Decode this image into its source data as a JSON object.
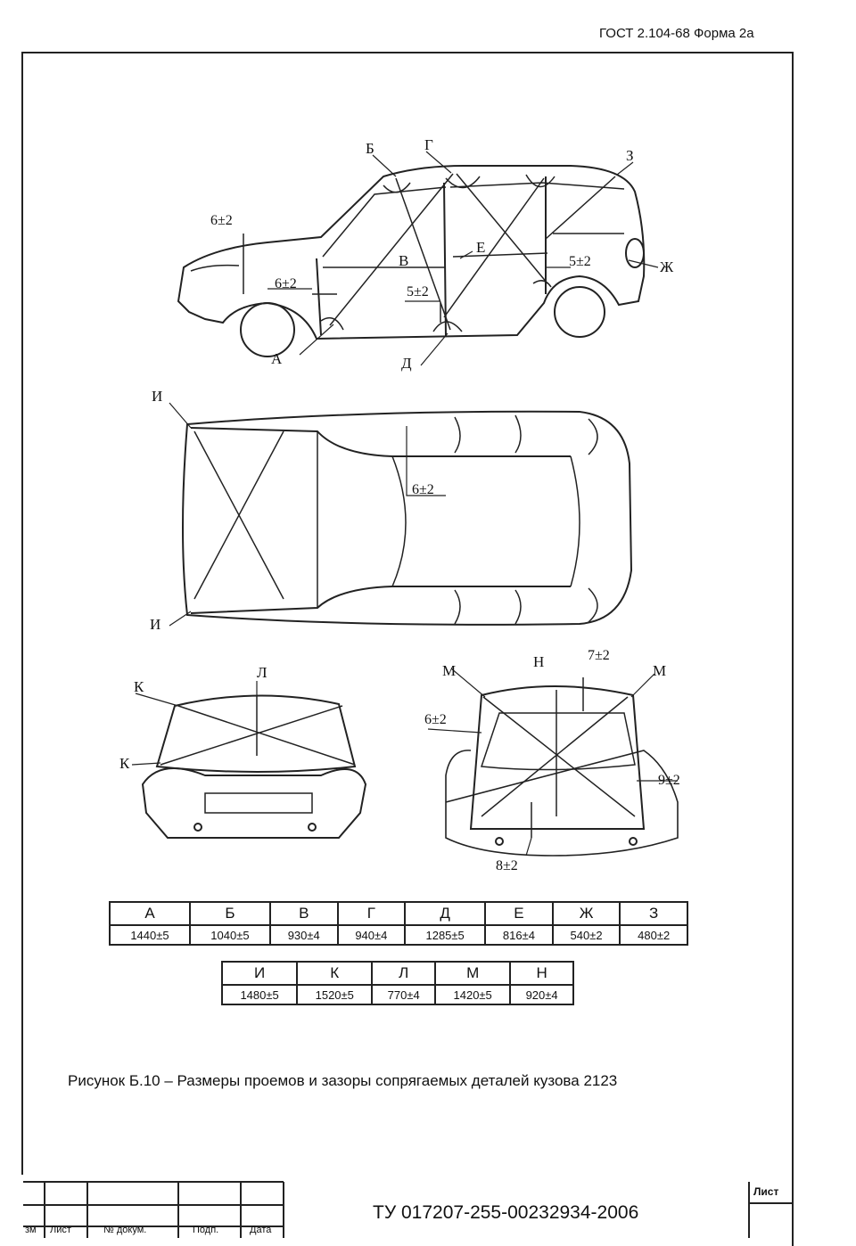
{
  "header": {
    "form_label": "ГОСТ 2.104-68 Форма 2а"
  },
  "figure": {
    "side_view": {
      "point_labels": [
        "Б",
        "Г",
        "З",
        "В",
        "Е",
        "Ж",
        "А",
        "Д"
      ],
      "gap_labels": [
        "6±2",
        "6±2",
        "5±2",
        "5±2"
      ]
    },
    "top_view": {
      "point_labels": [
        "И",
        "И"
      ],
      "gap_labels": [
        "6±2"
      ]
    },
    "hood_view": {
      "point_labels": [
        "К",
        "Л",
        "К"
      ]
    },
    "rear_view": {
      "point_labels": [
        "М",
        "Н",
        "М"
      ],
      "gap_labels": [
        "7±2",
        "6±2",
        "9±2",
        "8±2"
      ]
    }
  },
  "table_top": {
    "headers": [
      "А",
      "Б",
      "В",
      "Г",
      "Д",
      "Е",
      "Ж",
      "З"
    ],
    "values": [
      "1440±5",
      "1040±5",
      "930±4",
      "940±4",
      "1285±5",
      "816±4",
      "540±2",
      "480±2"
    ]
  },
  "table_bottom": {
    "headers": [
      "И",
      "К",
      "Л",
      "М",
      "Н"
    ],
    "values": [
      "1480±5",
      "1520±5",
      "770±4",
      "1420±5",
      "920±4"
    ]
  },
  "caption": "Рисунок Б.10 – Размеры проемов и зазоры сопрягаемых деталей кузова 2123",
  "title_block": {
    "code": "ТУ 017207-255-00232934-2006",
    "sheet_label": "Лист",
    "columns": [
      "зм",
      "Лист",
      "№ докум.",
      "Подп.",
      "Дата"
    ]
  }
}
